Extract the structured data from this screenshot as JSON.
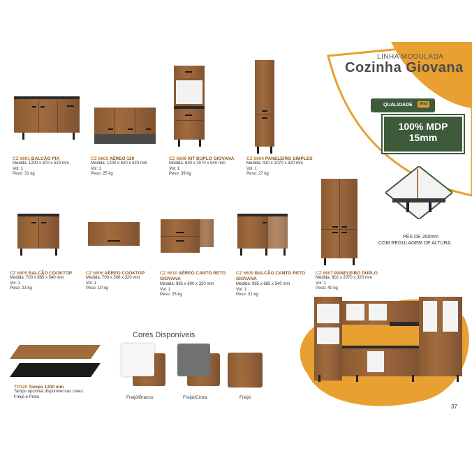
{
  "header": {
    "line_label": "LINHA MODULADA",
    "product_title": "Cozinha Giovana"
  },
  "quality_badge": {
    "label": "QUALIDADE",
    "logo_text": "IRM",
    "mdp_text": "100% MDP",
    "thickness_text": "15mm"
  },
  "feet_note": {
    "line1": "PÉS DE 200mm",
    "line2": "COM REGULAGEM DE ALTURA"
  },
  "products": [
    {
      "code": "CZ 6601",
      "name": "BALCÃO PIA",
      "medida": "Medida: 1200 x 870 x 520 mm",
      "vol": "Vol: 1",
      "peso": "Peso: 31 kg"
    },
    {
      "code": "CZ 6602",
      "name": "AÉREO 120",
      "medida": "Medida: 1200 x 620 x 320 mm",
      "vol": "Vol: 1",
      "peso": "Peso: 25 kg"
    },
    {
      "code": "CZ 6608",
      "name": "KIT DUPLO GIOVANA",
      "medida": "Medida: 630 x 2070 x 540 mm",
      "vol": "Vol: 1",
      "peso": "Peso: 39 kg"
    },
    {
      "code": "CZ 6604",
      "name": "PANELEIRO SIMPLES",
      "medida": "Medida: 410 x 2070 x 320 mm",
      "vol": "Vol: 1",
      "peso": "Peso: 27 kg"
    },
    {
      "code": "CZ 6605",
      "name": "BALCÃO COOKTOP",
      "medida": "Medida: 700 x 885 x 540 mm",
      "vol": "Vol: 1",
      "peso": "Peso: 23 kg"
    },
    {
      "code": "CZ 6606",
      "name": "AÉREO COOKTOP",
      "medida": "Medida: 700 x 300 x 320 mm",
      "vol": "Vol: 1",
      "peso": "Peso: 10 kg"
    },
    {
      "code": "CZ 6610",
      "name": "AÉREO CANTO RETO GIOVANA",
      "medida": "Medida: 985 x 600 x 320 mm",
      "vol": "Vol: 1",
      "peso": "Peso: 25 kg"
    },
    {
      "code": "CZ 6609",
      "name": "BALCÃO CANTO RETO GIOVANA",
      "medida": "Medida: 985 x 885 x 540 mm",
      "vol": "Vol: 1",
      "peso": "Peso: 31 kg"
    },
    {
      "code": "CZ 6607",
      "name": "PANELEIRO DUPLO",
      "medida": "Medida: 802 x 2070 x 320 mm",
      "vol": "Vol: 1",
      "peso": "Peso: 40 kg"
    }
  ],
  "tampo": {
    "code": "TP120",
    "name": "Tampo 1200 mm",
    "note_line1": "Tampo opcional disponível nas cores:",
    "note_line2": "Freijó e Preto"
  },
  "colors": {
    "title": "Cores Disponíveis",
    "options": [
      {
        "label": "Freijó/Branco"
      },
      {
        "label": "Freijó/Cinza"
      },
      {
        "label": "Freijó"
      }
    ]
  },
  "page_number": "37",
  "palette": {
    "accent_orange": "#e8a030",
    "badge_green": "#3d5a3a",
    "wood": "#9a6538",
    "gray": "#6f7173"
  }
}
